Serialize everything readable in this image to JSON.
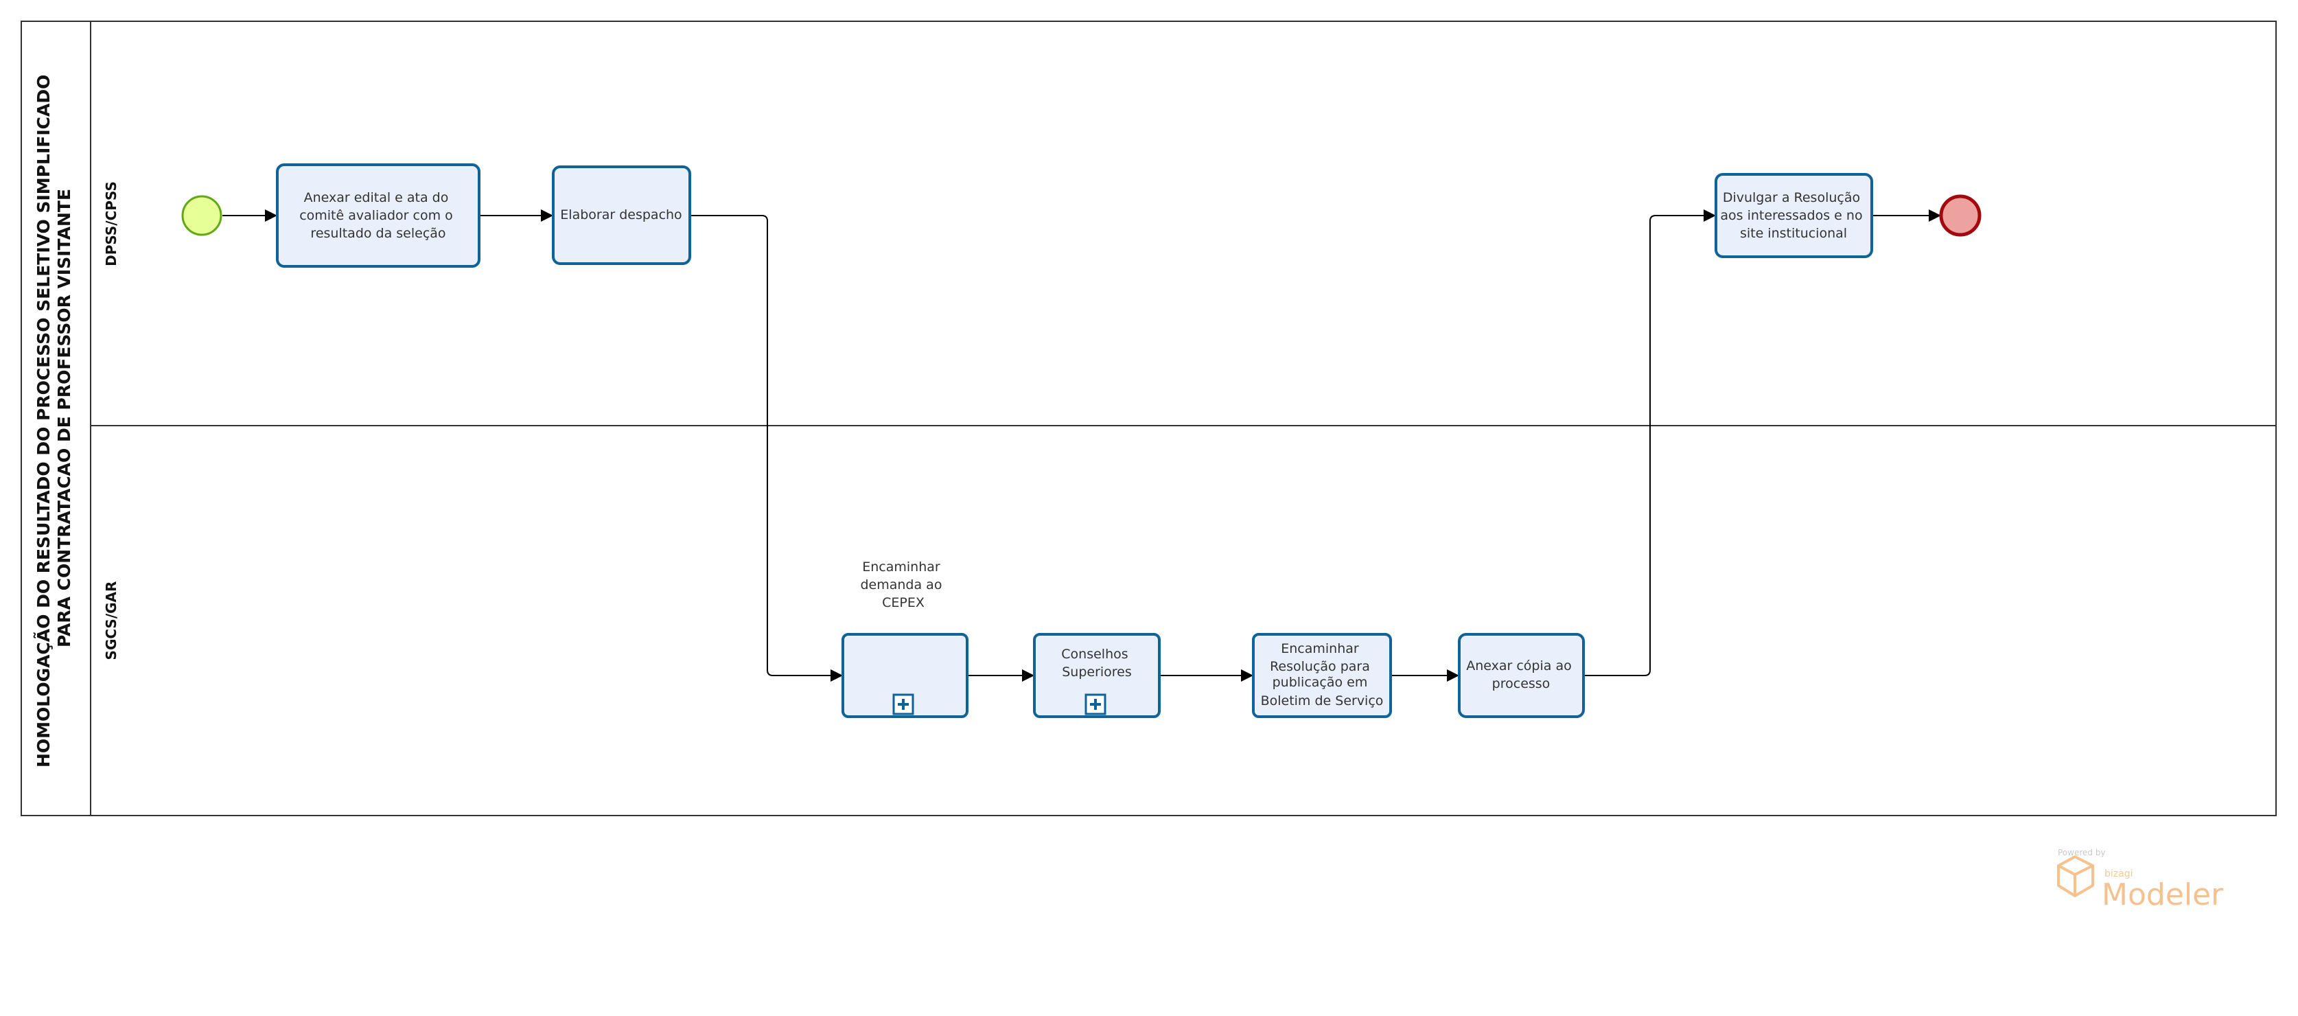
{
  "pool": {
    "title_line1": "HOMOLOGAÇÃO DO RESULTADO DO PROCESSO SELETIVO SIMPLIFICADO",
    "title_line2": "PARA CONTRATACAO DE PROFESSOR VISITANTE"
  },
  "lanes": [
    {
      "label": "DPSS/CPSS"
    },
    {
      "label": "SGCS/GAR"
    }
  ],
  "tasks": {
    "anexar_edital": {
      "lines": [
        "Anexar edital e ata do",
        "comitê avaliador com o",
        "resultado da seleção"
      ]
    },
    "elaborar_despacho": {
      "lines": [
        "Elaborar despacho"
      ]
    },
    "encaminhar_cepex": {
      "lines": [
        "Encaminhar",
        "demanda ao",
        "CEPEX"
      ]
    },
    "conselhos": {
      "lines": [
        "Conselhos",
        "Superiores"
      ]
    },
    "encaminhar_resolucao": {
      "lines": [
        "Encaminhar",
        "Resolução para",
        "publicação em",
        "Boletim de Serviço"
      ]
    },
    "anexar_copia": {
      "lines": [
        "Anexar cópia ao",
        "processo"
      ]
    },
    "divulgar": {
      "lines": [
        "Divulgar a Resolução",
        "aos interessados e no",
        "site institucional"
      ]
    }
  },
  "events": {
    "start_color": "#e6ff97",
    "start_stroke": "#62a716",
    "end_color": "#eea2a0",
    "end_stroke": "#a2090e"
  },
  "colors": {
    "task_fill": "#eaf0fb",
    "task_stroke": "#0f6396",
    "pool_stroke": "#333333",
    "flow": "#000000"
  },
  "watermark": {
    "powered_by": "Powered by",
    "brand": "bizagi",
    "product": "Modeler"
  }
}
